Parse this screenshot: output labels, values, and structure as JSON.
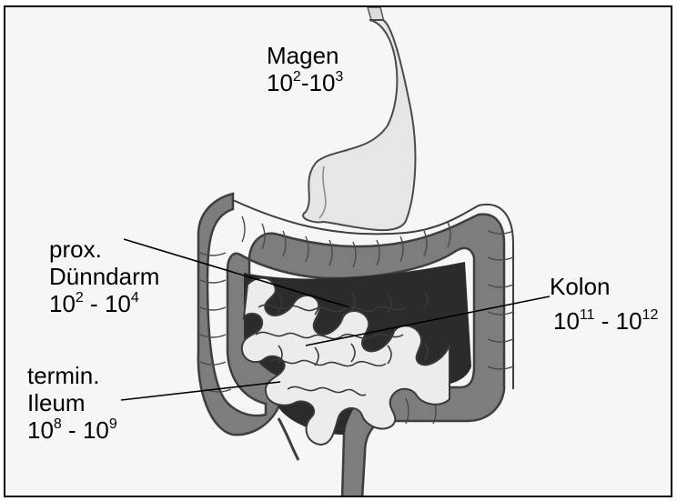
{
  "labels": {
    "stomach": {
      "name": "Magen",
      "base1": "10",
      "exp1": "2",
      "sep": "-",
      "base2": "10",
      "exp2": "3"
    },
    "proximal_small_intestine": {
      "line1": "prox.",
      "line2": "Dünndarm",
      "base1": "10",
      "exp1": "2",
      "sep": " - ",
      "base2": "10",
      "exp2": "4"
    },
    "colon": {
      "name": "Kolon",
      "base1": "10",
      "exp1": "11",
      "sep": " - ",
      "base2": "10",
      "exp2": "12"
    },
    "terminal_ileum": {
      "line1": "termin.",
      "line2": "Ileum",
      "base1": "10",
      "exp1": "8",
      "sep": " - ",
      "base2": "10",
      "exp2": "9"
    }
  },
  "colors": {
    "colon_fill": "#7d7d7d",
    "colon_dark": "#3e3e3e",
    "stomach_fill": "#e6e6e3",
    "small_intestine_fill": "#ececea",
    "cavity_dark": "#2b2b2b",
    "leader_line": "#000000"
  },
  "icons": [
    "stomach-illustration",
    "colon-illustration",
    "small-intestine-illustration"
  ]
}
